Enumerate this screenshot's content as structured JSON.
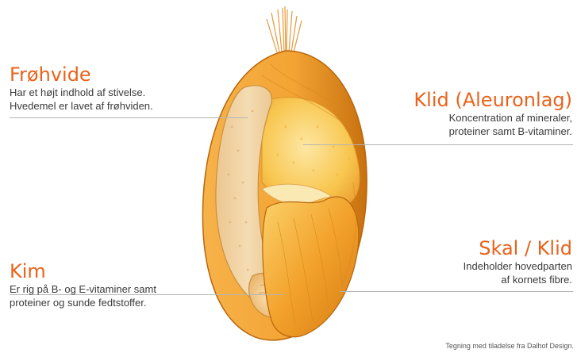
{
  "colors": {
    "accent": "#e8631c",
    "grain_dark": "#c9710f",
    "grain_mid": "#f0a02c",
    "grain_light": "#fbc860",
    "endosperm": "#f1d3a2",
    "aleurone": "#f7c447"
  },
  "labels": {
    "frohvide": {
      "title": "Frøhvide",
      "lines": [
        "Har et højt indhold af stivelse.",
        "Hvedemel er lavet af frøhviden."
      ]
    },
    "klid_aleuronlag": {
      "title": "Klid (Aleuronlag)",
      "lines": [
        "Koncentration af mineraler,",
        "proteiner samt B-vitaminer."
      ]
    },
    "skal_klid": {
      "title": "Skal / Klid",
      "lines": [
        "Indeholder hovedparten",
        "af kornets fibre."
      ]
    },
    "kim": {
      "title": "Kim",
      "lines": [
        "Er rig på B- og E-vitaminer samt",
        "proteiner og sunde fedtstoffer."
      ]
    }
  },
  "credit": "Tegning med tiladelse fra Dalhof Design."
}
